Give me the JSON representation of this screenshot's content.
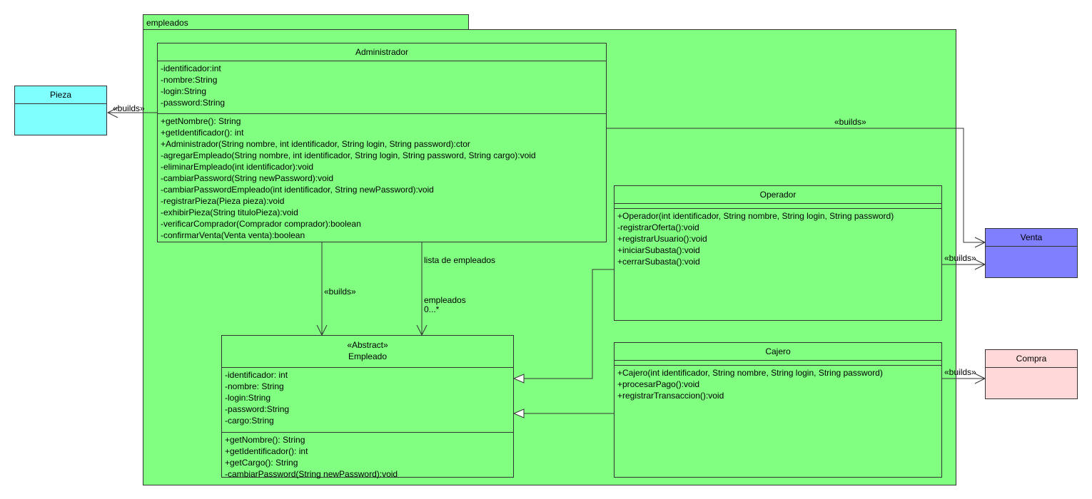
{
  "package": {
    "name": "empleados"
  },
  "colors": {
    "package_fill": "#80ff80",
    "pieza_fill": "#80ffff",
    "venta_fill": "#8080ff",
    "compra_fill": "#ffd9d9"
  },
  "classes": {
    "administrador": {
      "name": "Administrador",
      "attributes": [
        "-identificador:int",
        "-nombre:String",
        "-login:String",
        "-password:String"
      ],
      "operations": [
        "+getNombre(): String",
        "+getIdentificador(): int",
        "+Administrador(String nombre, int identificador, String login, String password):ctor",
        "-agregarEmpleado(String nombre, int identificador, String login, String password, String cargo):void",
        "-eliminarEmpleado(int identificador):void",
        "-cambiarPassword(String newPassword):void",
        "-cambiarPasswordEmpleado(int identificador, String newPassword):void",
        "-registrarPieza(Pieza pieza):void",
        "-exhibirPieza(String tituloPieza):void",
        "-verificarComprador(Comprador comprador):boolean",
        "-confirmarVenta(Venta venta):boolean"
      ]
    },
    "operador": {
      "name": "Operador",
      "attributes": [],
      "operations": [
        "+Operador(int identificador, String nombre, String login, String password)",
        "-registrarOferta():void",
        "+registrarUsuario():void",
        "+iniciarSubasta():void",
        "+cerrarSubasta():void"
      ]
    },
    "empleado": {
      "stereotype": "«Abstract»",
      "name": "Empleado",
      "attributes": [
        "-identificador: int",
        "-nombre: String",
        "-login:String",
        "-password:String",
        "-cargo:String"
      ],
      "operations": [
        "+getNombre(): String",
        "+getIdentificador(): int",
        "+getCargo(): String",
        "-cambiarPassword(String newPassword):void"
      ]
    },
    "cajero": {
      "name": "Cajero",
      "attributes": [],
      "operations": [
        "+Cajero(int identificador, String nombre, String login, String password)",
        "+procesarPago():void",
        "+registrarTransaccion():void"
      ]
    },
    "pieza": {
      "name": "Pieza"
    },
    "venta": {
      "name": "Venta"
    },
    "compra": {
      "name": "Compra"
    }
  },
  "labels": {
    "builds_pieza": "«builds»",
    "builds_venta_admin": "«builds»",
    "builds_venta_operador": "«builds»",
    "builds_compra": "«builds»",
    "builds_empleado": "«builds»",
    "lista_empleados": "lista de empleados",
    "empleados_role": "empleados",
    "multiplicity": "0...*"
  }
}
